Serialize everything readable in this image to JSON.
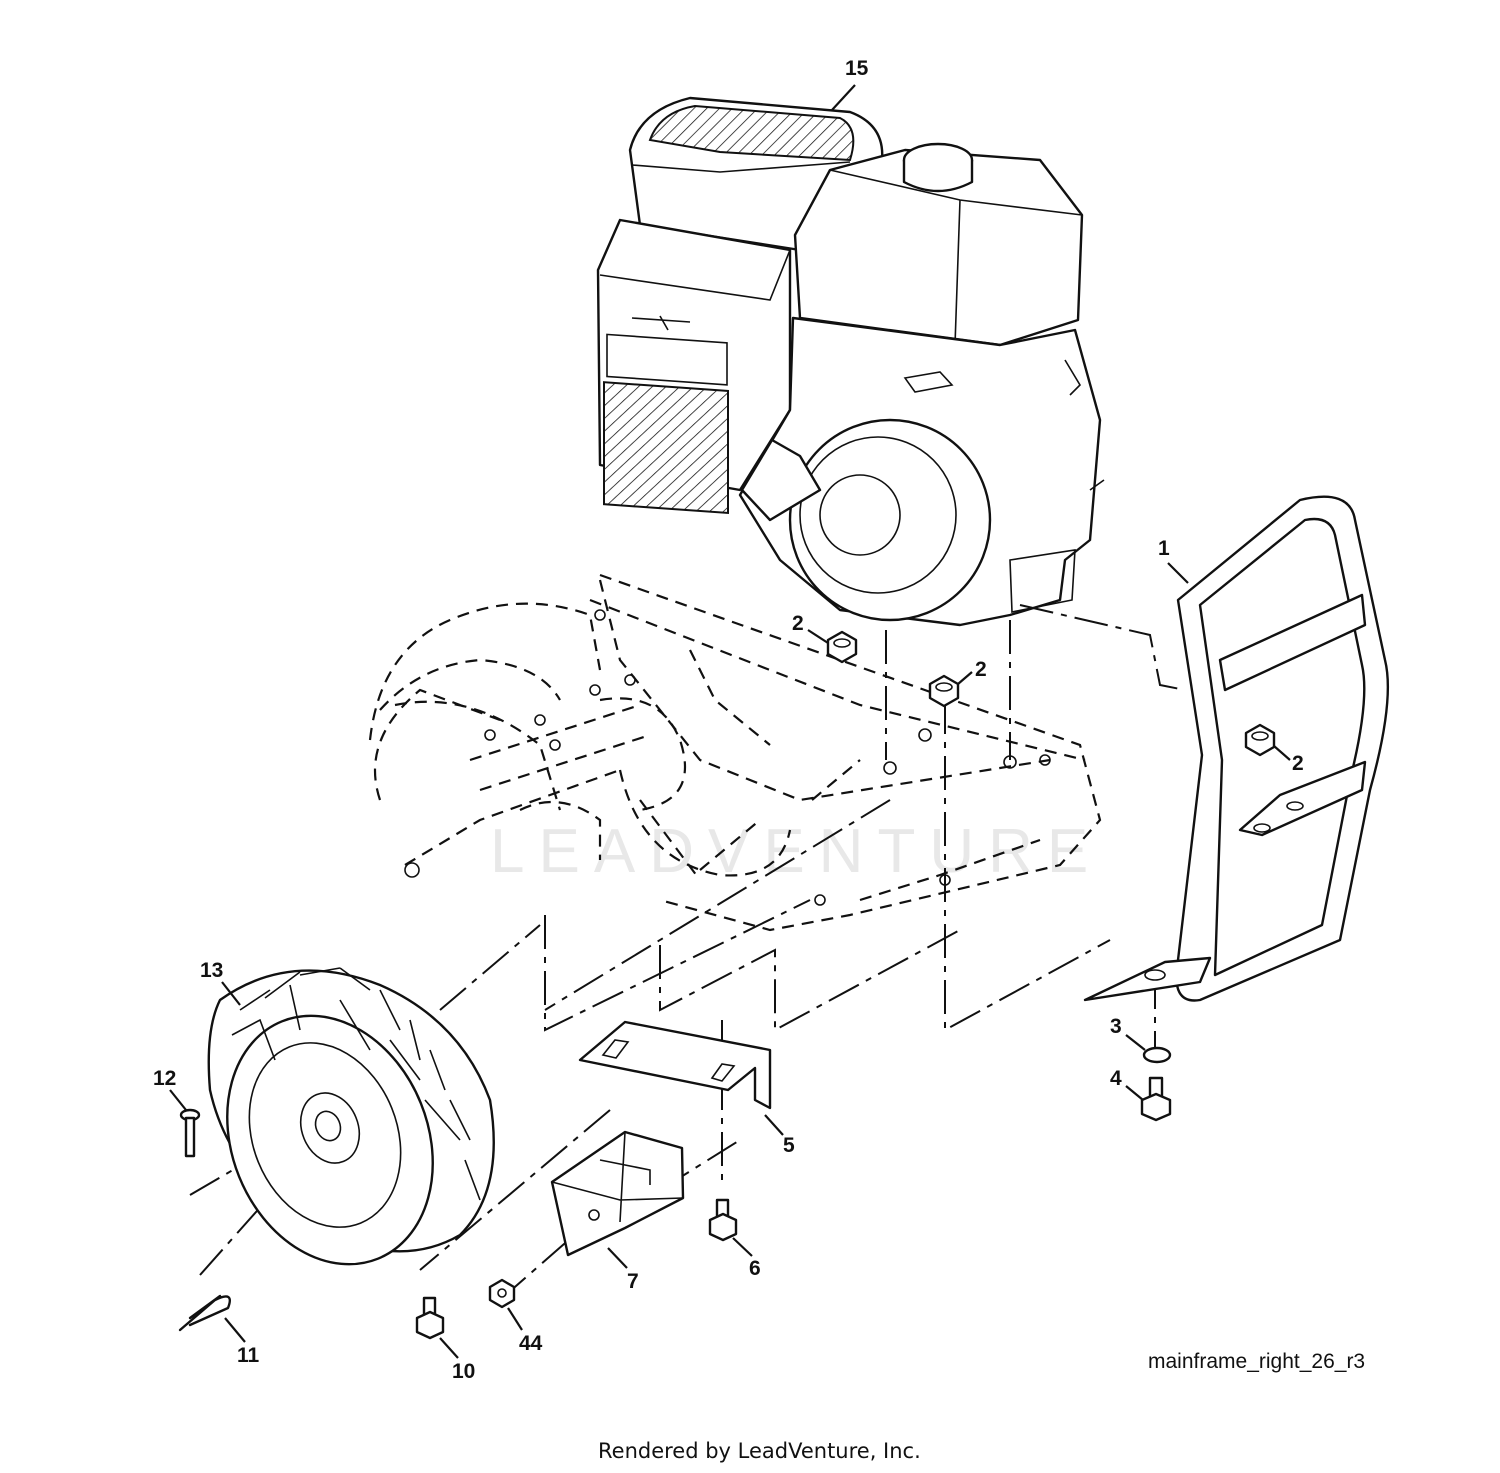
{
  "diagram": {
    "reference_code": "mainframe_right_26_r3",
    "footer": "Rendered by LeadVenture, Inc.",
    "watermark": "LEADVENTURE",
    "callouts": [
      {
        "id": "15",
        "label": "15"
      },
      {
        "id": "1",
        "label": "1"
      },
      {
        "id": "2a",
        "label": "2"
      },
      {
        "id": "2b",
        "label": "2"
      },
      {
        "id": "2c",
        "label": "2"
      },
      {
        "id": "3",
        "label": "3"
      },
      {
        "id": "4",
        "label": "4"
      },
      {
        "id": "5",
        "label": "5"
      },
      {
        "id": "6",
        "label": "6"
      },
      {
        "id": "7",
        "label": "7"
      },
      {
        "id": "10",
        "label": "10"
      },
      {
        "id": "11",
        "label": "11"
      },
      {
        "id": "12",
        "label": "12"
      },
      {
        "id": "13",
        "label": "13"
      },
      {
        "id": "44",
        "label": "44"
      }
    ]
  }
}
